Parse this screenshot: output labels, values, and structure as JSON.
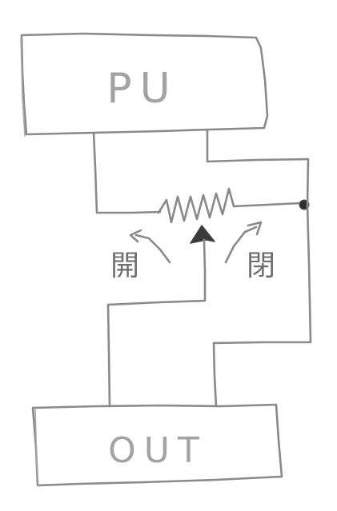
{
  "diagram": {
    "top_box": {
      "label": "PU"
    },
    "bottom_box": {
      "label": "OUT"
    },
    "left_direction": {
      "label": "開"
    },
    "right_direction": {
      "label": "閉"
    }
  },
  "colors": {
    "pencil": "#8a8a8a",
    "label": "#a3a3a3",
    "ink_dark": "#2f2f2f"
  },
  "icons": {
    "resistor": "zigzag-resistor-icon",
    "wiper": "triangle-wiper-icon",
    "junction": "junction-dot-icon"
  }
}
